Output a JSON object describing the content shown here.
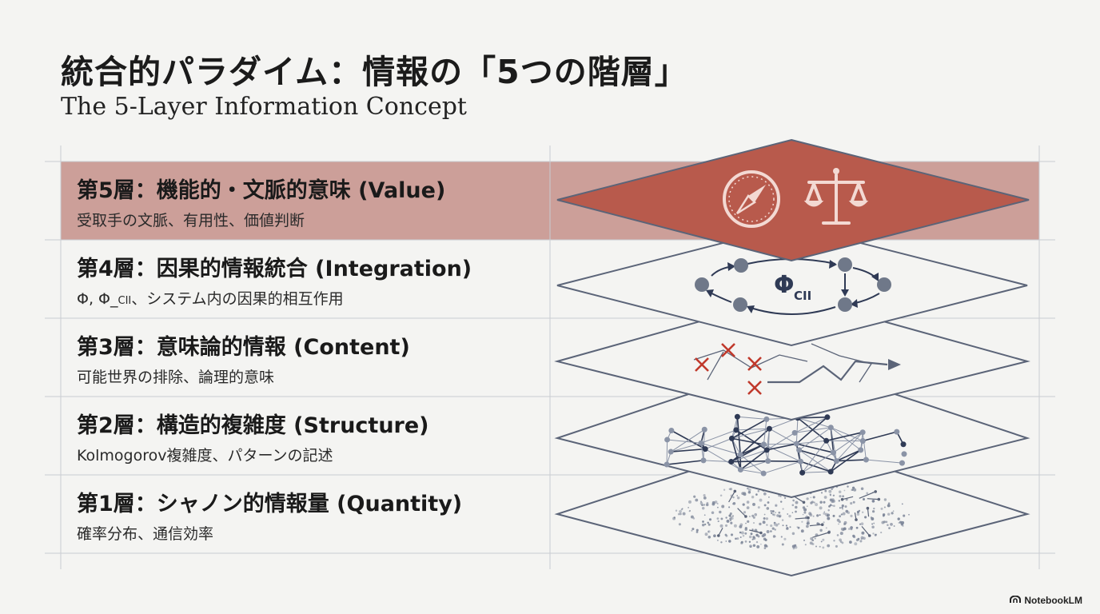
{
  "title": "統合的パラダイム：情報の「5つの階層」",
  "subtitle": "The 5-Layer Information Concept",
  "layers": [
    {
      "title": "第5層：機能的・文脈的意味 (Value)",
      "desc": "受取手の文脈、有用性、価値判断",
      "highlight": true
    },
    {
      "title": "第4層：因果的情報統合 (Integration)",
      "desc_a": "Φ, Φ_",
      "desc_sub": "CII",
      "desc_b": "、システム内の因果的相互作用"
    },
    {
      "title": "第3層：意味論的情報 (Content)",
      "desc": "可能世界の排除、論理的意味"
    },
    {
      "title": "第2層：構造的複雑度 (Structure)",
      "desc": "Kolmogorov複雑度、パターンの記述"
    },
    {
      "title": "第1層：シャノン的情報量 (Quantity)",
      "desc": "確率分布、通信効率"
    }
  ],
  "phi_symbol": "Φ",
  "phi_sub": "CII",
  "brand": "NotebookLM",
  "icons": [
    "compass-icon",
    "scales-icon",
    "n-logo-icon"
  ],
  "colors": {
    "accent": "#b85a4c",
    "highlight_row": "#cc9f99",
    "line": "#5b6478",
    "node": "#6f7889",
    "cross": "#c0392b"
  }
}
